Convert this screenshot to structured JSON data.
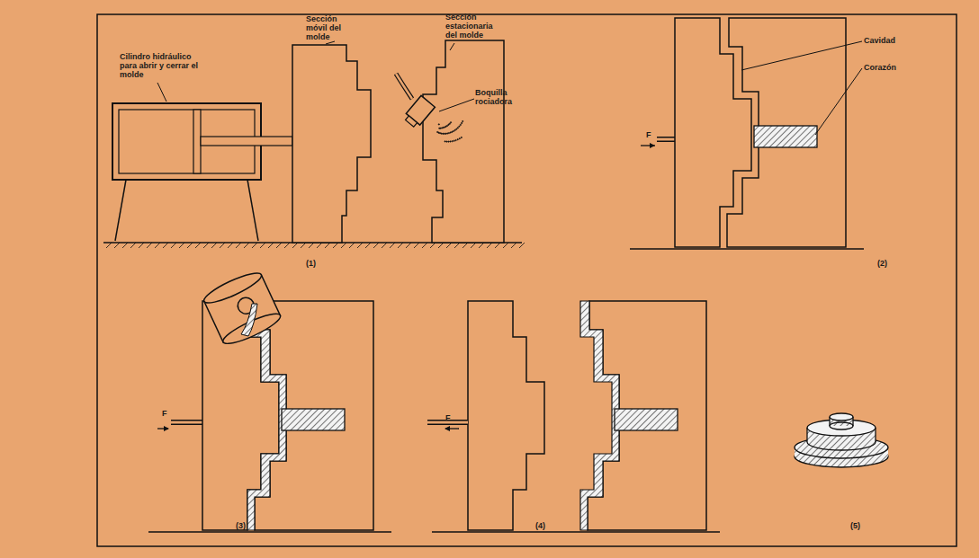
{
  "diagram": {
    "labels": [
      "Cilindro hidráulico para abrir y cerrar el molde",
      "Sección móvil del molde",
      "Sección estacionaria del molde",
      "Boquilla rociadora",
      "(1)",
      "Cavidad",
      "Corazón",
      "F",
      "(2)",
      "F",
      "(3)",
      "F",
      "(4)",
      "(5)"
    ]
  }
}
